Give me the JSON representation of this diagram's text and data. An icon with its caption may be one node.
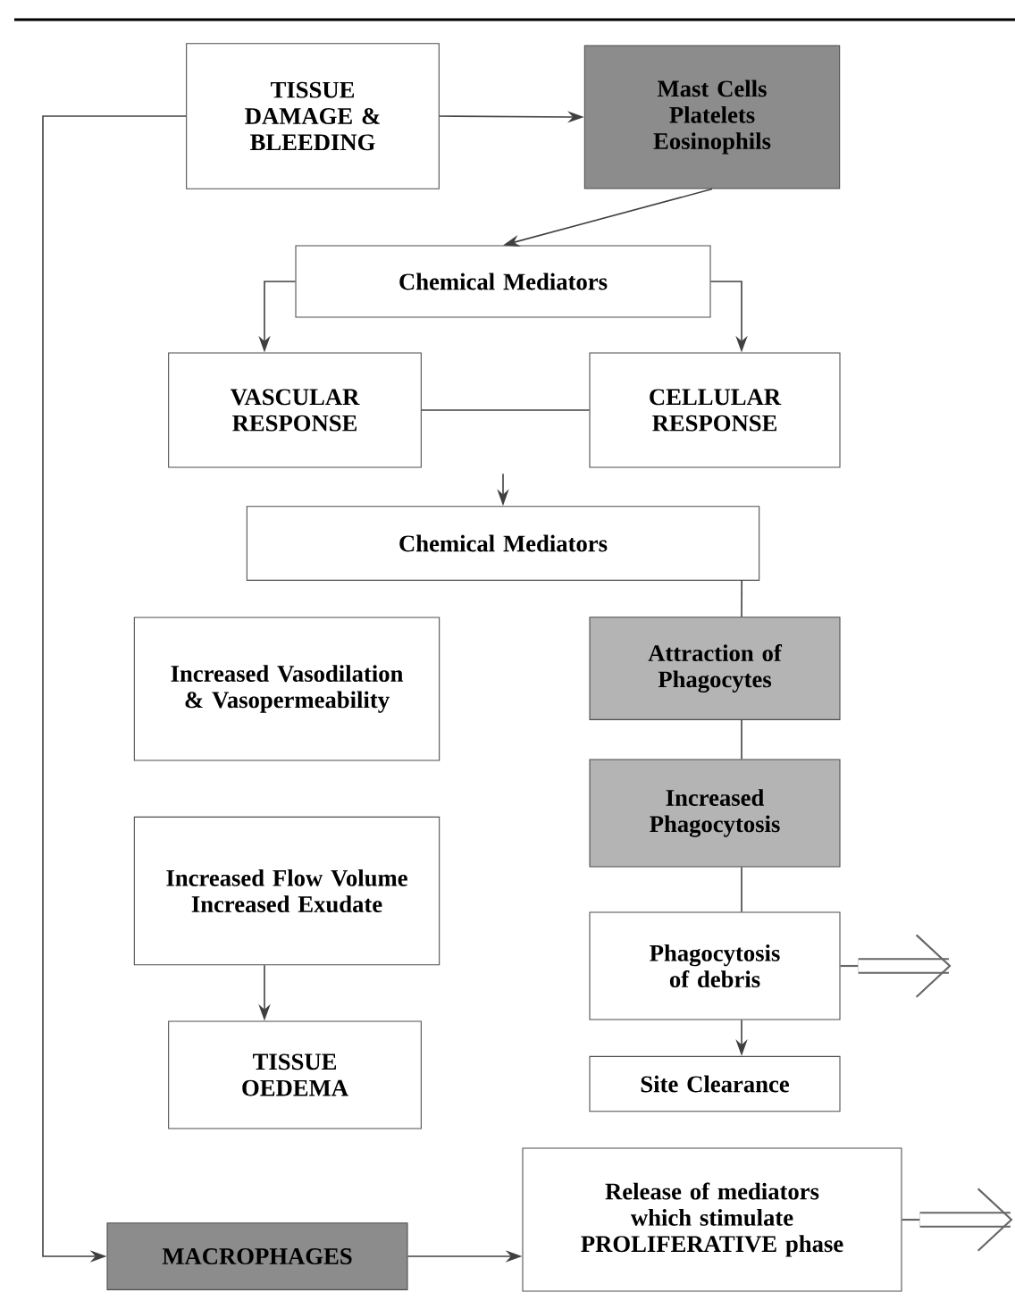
{
  "diagram": {
    "nodes": [
      {
        "text": [
          "TISSUE DAMAGE & BLEEDING"
        ]
      },
      {
        "text": [
          "Mast Cells Platelets Eosinophils"
        ]
      },
      {
        "text": [
          "Chemical Mediators"
        ]
      },
      {
        "text": [
          "VASCULAR RESPONSE"
        ]
      },
      {
        "text": [
          "CELLULAR RESPONSE"
        ]
      },
      {
        "text": [
          "Chemical Mediators"
        ]
      },
      {
        "text": [
          "Increased Vasodilation & Vasopermeability"
        ]
      },
      {
        "text": [
          "Attraction of Phagocytes"
        ]
      },
      {
        "text": [
          "Increased Phagocytosis"
        ]
      },
      {
        "text": [
          "Increased Flow Volume Increased Exudate"
        ]
      },
      {
        "text": [
          "TISSUE OEDEMA"
        ]
      },
      {
        "text": [
          "Phagocytosis of debris"
        ]
      },
      {
        "text": [
          "Site Clearance"
        ]
      },
      {
        "text": [
          "Release of mediators which stimulate PROLIFERATIVE phase"
        ]
      },
      {
        "text": [
          "MACROPHAGES"
        ]
      }
    ],
    "edges": [
      {
        "from": 0,
        "to": 1,
        "arrow": "to"
      },
      {
        "from": 1,
        "to": 2,
        "arrow": "to"
      },
      {
        "from": 2,
        "to": 3,
        "arrow": "to"
      },
      {
        "from": 2,
        "to": 4,
        "arrow": "to"
      },
      {
        "from": 3,
        "to": 4,
        "arrow": "none"
      },
      {
        "from": null,
        "to": 5,
        "arrow": "to"
      },
      {
        "from": 5,
        "to": 7,
        "arrow": "none"
      },
      {
        "from": 7,
        "to": 8,
        "arrow": "none"
      },
      {
        "from": 8,
        "to": 11,
        "arrow": "none"
      },
      {
        "from": 11,
        "to": 12,
        "arrow": "to"
      },
      {
        "from": 9,
        "to": 10,
        "arrow": "to"
      },
      {
        "from": 0,
        "to": 14,
        "arrow": "to"
      },
      {
        "from": 14,
        "to": 13,
        "arrow": "to"
      },
      {
        "from": 11,
        "to": null,
        "arrow": "to"
      },
      {
        "from": 13,
        "to": null,
        "arrow": "to"
      }
    ]
  }
}
